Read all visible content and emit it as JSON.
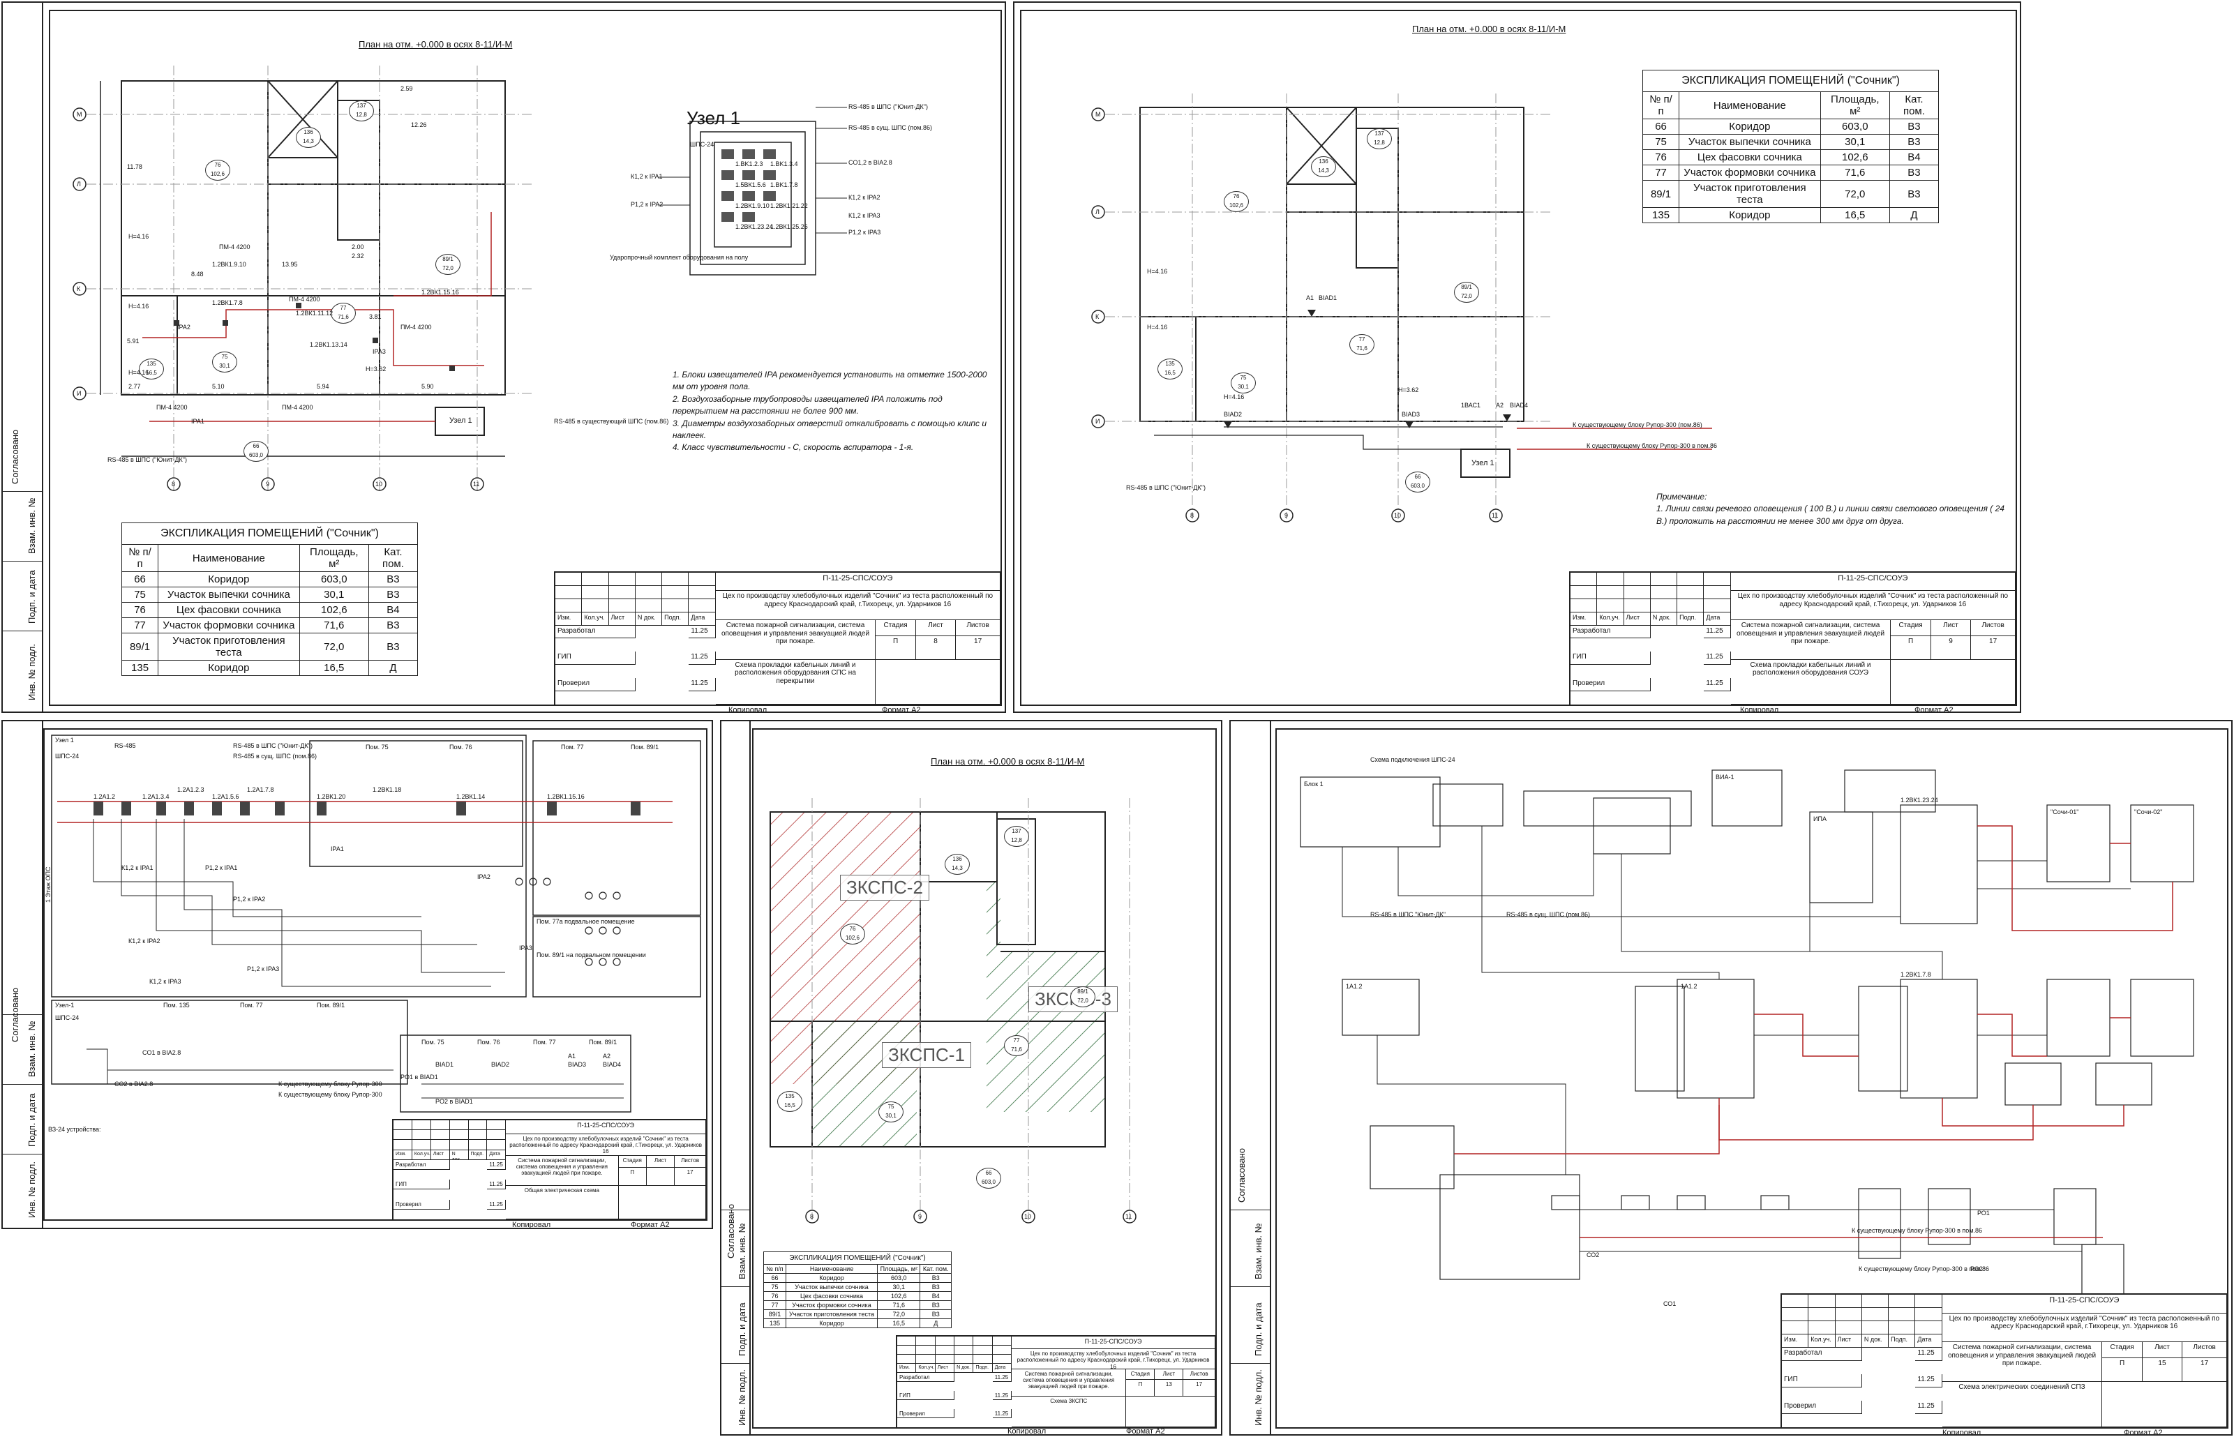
{
  "room_table": {
    "title": "ЭКСПЛИКАЦИЯ ПОМЕЩЕНИЙ (\"Сочник\")",
    "headers": [
      "№ п/п",
      "Наименование",
      "Площадь, м²",
      "Кат. пом."
    ],
    "rows": [
      [
        "66",
        "Коридор",
        "603,0",
        "В3"
      ],
      [
        "75",
        "Участок выпечки сочника",
        "30,1",
        "В3"
      ],
      [
        "76",
        "Цех фасовки сочника",
        "102,6",
        "В4"
      ],
      [
        "77",
        "Участок формовки сочника",
        "71,6",
        "В3"
      ],
      [
        "89/1",
        "Участок приготовления теста",
        "72,0",
        "В3"
      ],
      [
        "135",
        "Коридор",
        "16,5",
        "Д"
      ]
    ]
  },
  "common": {
    "doc_code": "П-11-25-СПС/СОУЭ",
    "object": "Цех по производству хлебобулочных изделий \"Сочник\" из теста расположенный по адресу Краснодарский край, г.Тихорецк, ул. Ударников 16",
    "system": "Система пожарной сигнализации, система оповещения и управления эвакуацией людей при пожаре.",
    "stage_label": "Стадия",
    "sheet_label": "Лист",
    "sheets_label": "Листов",
    "stage": "П",
    "total": "17",
    "izm": "Изм.",
    "kol": "Кол.уч.",
    "list": "Лист",
    "ndoc": "N док.",
    "podp": "Подп.",
    "date": "Дата",
    "razrab": "Разработал",
    "gip": "ГИП",
    "prov": "Проверил",
    "date_val": "11.25",
    "copied": "Копировал",
    "format": "Формат А2",
    "agreed": "Согласовано",
    "inv_zam": "Взам. инв. №",
    "podp_data": "Подп. и дата",
    "inv_podl": "Инв. № подл."
  },
  "sheets": [
    {
      "num": "8",
      "plan_title": "План на отм. +0.000 в осях 8-11/И-М",
      "caption": "Схема прокладки кабельных линий и расположения оборудования СПС на перекрытии"
    },
    {
      "num": "9",
      "plan_title": "План на отм. +0.000 в осях 8-11/И-М",
      "caption": "Схема прокладки кабельных линий и расположения оборудования СОУЭ"
    },
    {
      "num": "",
      "plan_title": "",
      "caption": "Общая электрическая схема"
    },
    {
      "num": "13",
      "plan_title": "План на отм. +0.000 в осях 8-11/И-М",
      "caption": "Схема ЗКСПС"
    },
    {
      "num": "15",
      "plan_title": "",
      "caption": "Схема электрических соединений СПЗ"
    }
  ],
  "node1": {
    "title": "Узел 1",
    "device": "ШПС-24",
    "rs_lines": [
      "RS-485 в ШПС (\"Юнит-ДК\")",
      "RS-485 в сущ. ШПС (пом.86)",
      "CO1,2 в BIA2.8"
    ],
    "ip_lines": [
      "К1,2 к IPA1",
      "P1,2 к IPA2",
      "К1,2 к IPA2",
      "P1,2 к IPA3",
      "К1,2 к IPA3"
    ],
    "modules": [
      "1.BK1.2.3",
      "1.BK1.3.4",
      "1.5ВК1.5.6",
      "1.BK1.7.8",
      "1.2ВК1.9.10",
      "1.2ВК1.21.22",
      "1.2ВК1.23.24",
      "1.2ВК1.25.26"
    ],
    "note": "Ударопрочный комплект оборудования на полу"
  },
  "notes_sheet8": {
    "items": [
      "1.      Блоки извещателей IPA рекомендуется установить на отметке 1500-2000 мм от уровня пола.",
      "2.      Воздухозаборные трубопроводы извещателей IPA положить под перекрытием на расстоянии не более 900 мм.",
      "3.      Диаметры воздухозаборных отверстий откалибровать с помощью клипс и наклеек.",
      "4.      Класс чувствительности - С, скорость аспиратора - 1-я."
    ]
  },
  "notes_sheet9": {
    "title": "Примечание:",
    "items": [
      "1.      Линии связи речевого оповещения ( 100 В.) и линии связи светового оповещения ( 24 В.) проложить на расстоянии не менее 300 мм друг от друга."
    ]
  },
  "plan_labels": {
    "axes_v": [
      "8",
      "9",
      "10",
      "11"
    ],
    "axes_h": [
      "М",
      "Л",
      "К",
      "И"
    ],
    "rooms": [
      {
        "num": "76",
        "area": "102,6"
      },
      {
        "num": "77",
        "area": "71,6"
      },
      {
        "num": "75",
        "area": "30,1"
      },
      {
        "num": "135",
        "area": "16,5"
      },
      {
        "num": "89/1",
        "area": "72,0"
      },
      {
        "num": "66",
        "area": "603,0"
      },
      {
        "num": "136",
        "area": "14,3"
      },
      {
        "num": "137",
        "area": "12,8"
      }
    ],
    "dims": [
      "5.91",
      "5.10",
      "5.94",
      "5.90",
      "2.77",
      "11.78",
      "2.00",
      "2.32",
      "12.26",
      "8.48",
      "3.81",
      "13.95",
      "2.59"
    ],
    "heights": [
      "H=4.16",
      "H=4.16",
      "H=3.62",
      "H=4.16"
    ],
    "pm": "ПМ-4 4200",
    "uzel": "Узел 1",
    "rs_sushch": "RS-485 в существующий ШПС (пом.86)",
    "rs_unit": "RS-485 в ШПС (\"Юнит-ДК\")",
    "devices": [
      "IPA1",
      "IPA2",
      "IPA3",
      "А1",
      "А2",
      "BIAD1",
      "BIAD2",
      "BIAD3",
      "BIAD4",
      "1ВАС1"
    ],
    "cables": [
      "1.2ВК1.9.10",
      "1.2ВК1.7.8",
      "1.2ВК1.13.14",
      "1.2ВК1.15.16",
      "1.2ВК1.11.12"
    ],
    "rupor1": "К существующему блоку Рупор-300 (пом.86)",
    "rupor2": "К существующему блоку Рупор-300 в пом.86"
  },
  "zone_labels": [
    "ЗКСПС-2",
    "ЗКСПС-3",
    "ЗКСПС-1"
  ],
  "scheme_sheet": {
    "node_title": "Узел 1",
    "shps": "ШПС-24",
    "rs1": "RS-485 в ШПС (\"Юнит-ДК\")",
    "rs2": "RS-485 в сущ. ШПС (пом.86)",
    "rs3": "RS-485",
    "rooms_top": [
      "Пом. 75",
      "Пом. 76",
      "Пом. 77",
      "Пом. 89/1"
    ],
    "rooms_bottom": [
      "Пом. 135",
      "Пом. 77",
      "Пом. 89/1"
    ],
    "rooms_right": [
      "Пом. 75",
      "Пом. 76",
      "Пом. 77",
      "Пом. 89/1"
    ],
    "cables": [
      "1.2А1.2",
      "1.2А1.3.4",
      "1.2А1.2.3",
      "1.2А1.5.6",
      "1.2А1.7.8",
      "1.2ВК1.20",
      "1.2ВК1.18",
      "1.2ВК1.15.16",
      "1.2ВК1.14"
    ],
    "ip_labels": [
      "P1,2 к IPA1",
      "К1,2 к IPA1",
      "P1,2 к IPA2",
      "К1,2 к IPA2",
      "P1,2 к IPA3",
      "К1,2 к IPA3"
    ],
    "ipa": [
      "IPA1",
      "IPA2",
      "IPA3"
    ],
    "ss": "1 Этаж ОПС",
    "node2": "Узел-1",
    "shps2": "ШПС-24",
    "co": "CO1 в BIA2.8",
    "co2": "CO2 в BIA2.8",
    "sub_labels": [
      "Пом. 77а подвальное помещение",
      "Пом. 89/1 на подвальном помещении"
    ],
    "rupor1": "К существующему блоку Рупор-300",
    "rupor2": "К существующему блоку Рупор-300",
    "biad": [
      "BIAD1",
      "BIAD2",
      "BIAD3",
      "BIAD4"
    ],
    "a": [
      "А1",
      "А2"
    ],
    "po": [
      "PO1 в BIAD1",
      "PO2 в BIAD1"
    ],
    "legend_title": "ВЗ-24 устройства:"
  },
  "wiring_sheet": {
    "labels": [
      "Схема подключения ШПС-24",
      "Блок 1",
      "ВИА-1",
      "1А1.2",
      "1.2ВК1.23.24",
      "1.2ВК1.7.8",
      "1А1.2",
      "СО1",
      "СО2",
      "РО1",
      "РО2",
      "\"Сочи-01\"",
      "\"Сочи-02\"",
      "ИПА",
      "RS-485 в сущ. ШПС (пом.86)",
      "RS-485 в ШПС \"Юнит-ДК\""
    ],
    "rupor1": "К существующему блоку Рупор-300 в пом.86",
    "rupor2": "К существующему блоку Рупор-300 в пом.86"
  },
  "colors": {
    "line": "#222222",
    "red_cable": "#b22222",
    "hatch_red": "#b03030",
    "hatch_green": "#2e6b3a"
  }
}
